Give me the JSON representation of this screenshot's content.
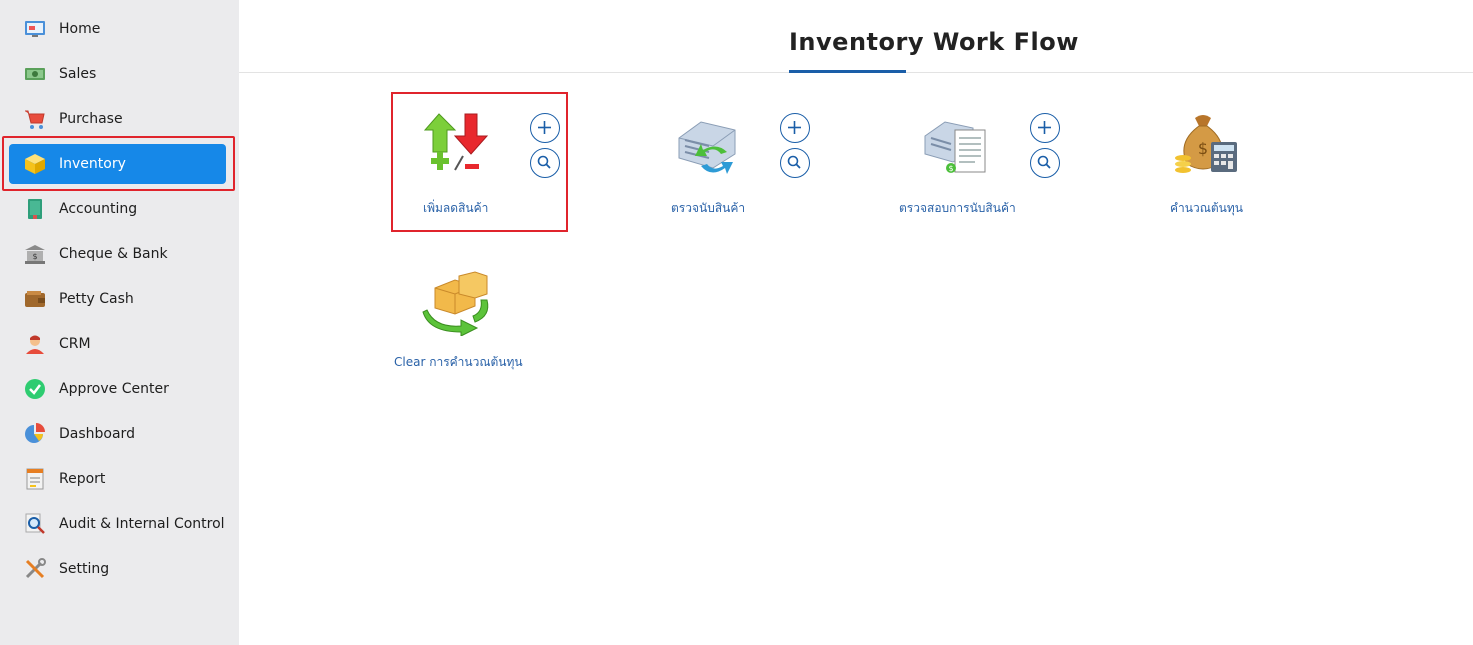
{
  "sidebar": {
    "items": [
      {
        "label": "Home",
        "icon": "monitor-icon"
      },
      {
        "label": "Sales",
        "icon": "money-icon"
      },
      {
        "label": "Purchase",
        "icon": "cart-icon"
      },
      {
        "label": "Inventory",
        "icon": "box-icon",
        "active": true
      },
      {
        "label": "Accounting",
        "icon": "ledger-icon"
      },
      {
        "label": "Cheque & Bank",
        "icon": "bank-icon"
      },
      {
        "label": "Petty Cash",
        "icon": "wallet-icon"
      },
      {
        "label": "CRM",
        "icon": "person-icon"
      },
      {
        "label": "Approve Center",
        "icon": "check-icon"
      },
      {
        "label": "Dashboard",
        "icon": "pie-chart-icon"
      },
      {
        "label": "Report",
        "icon": "report-icon"
      },
      {
        "label": "Audit & Internal Control",
        "icon": "magnifier-doc-icon"
      },
      {
        "label": "Setting",
        "icon": "tools-icon"
      }
    ]
  },
  "header": {
    "title": "Inventory Work Flow"
  },
  "workflow": {
    "tiles": [
      {
        "label": "เพิ่มลดสินค้า",
        "icon": "stock-adjust-icon"
      },
      {
        "label": "ตรวจนับสินค้า",
        "icon": "stock-count-icon"
      },
      {
        "label": "ตรวจสอบการนับสินค้า",
        "icon": "count-verify-icon"
      },
      {
        "label": "คำนวณต้นทุน",
        "icon": "cost-calc-icon"
      },
      {
        "label": "Clear การคำนวณต้นทุน",
        "icon": "clear-cost-icon"
      }
    ]
  },
  "colors": {
    "accent": "#1688e8",
    "highlight": "#e0242c",
    "link": "#2a62a8",
    "sidebar_bg": "#ebebed"
  }
}
